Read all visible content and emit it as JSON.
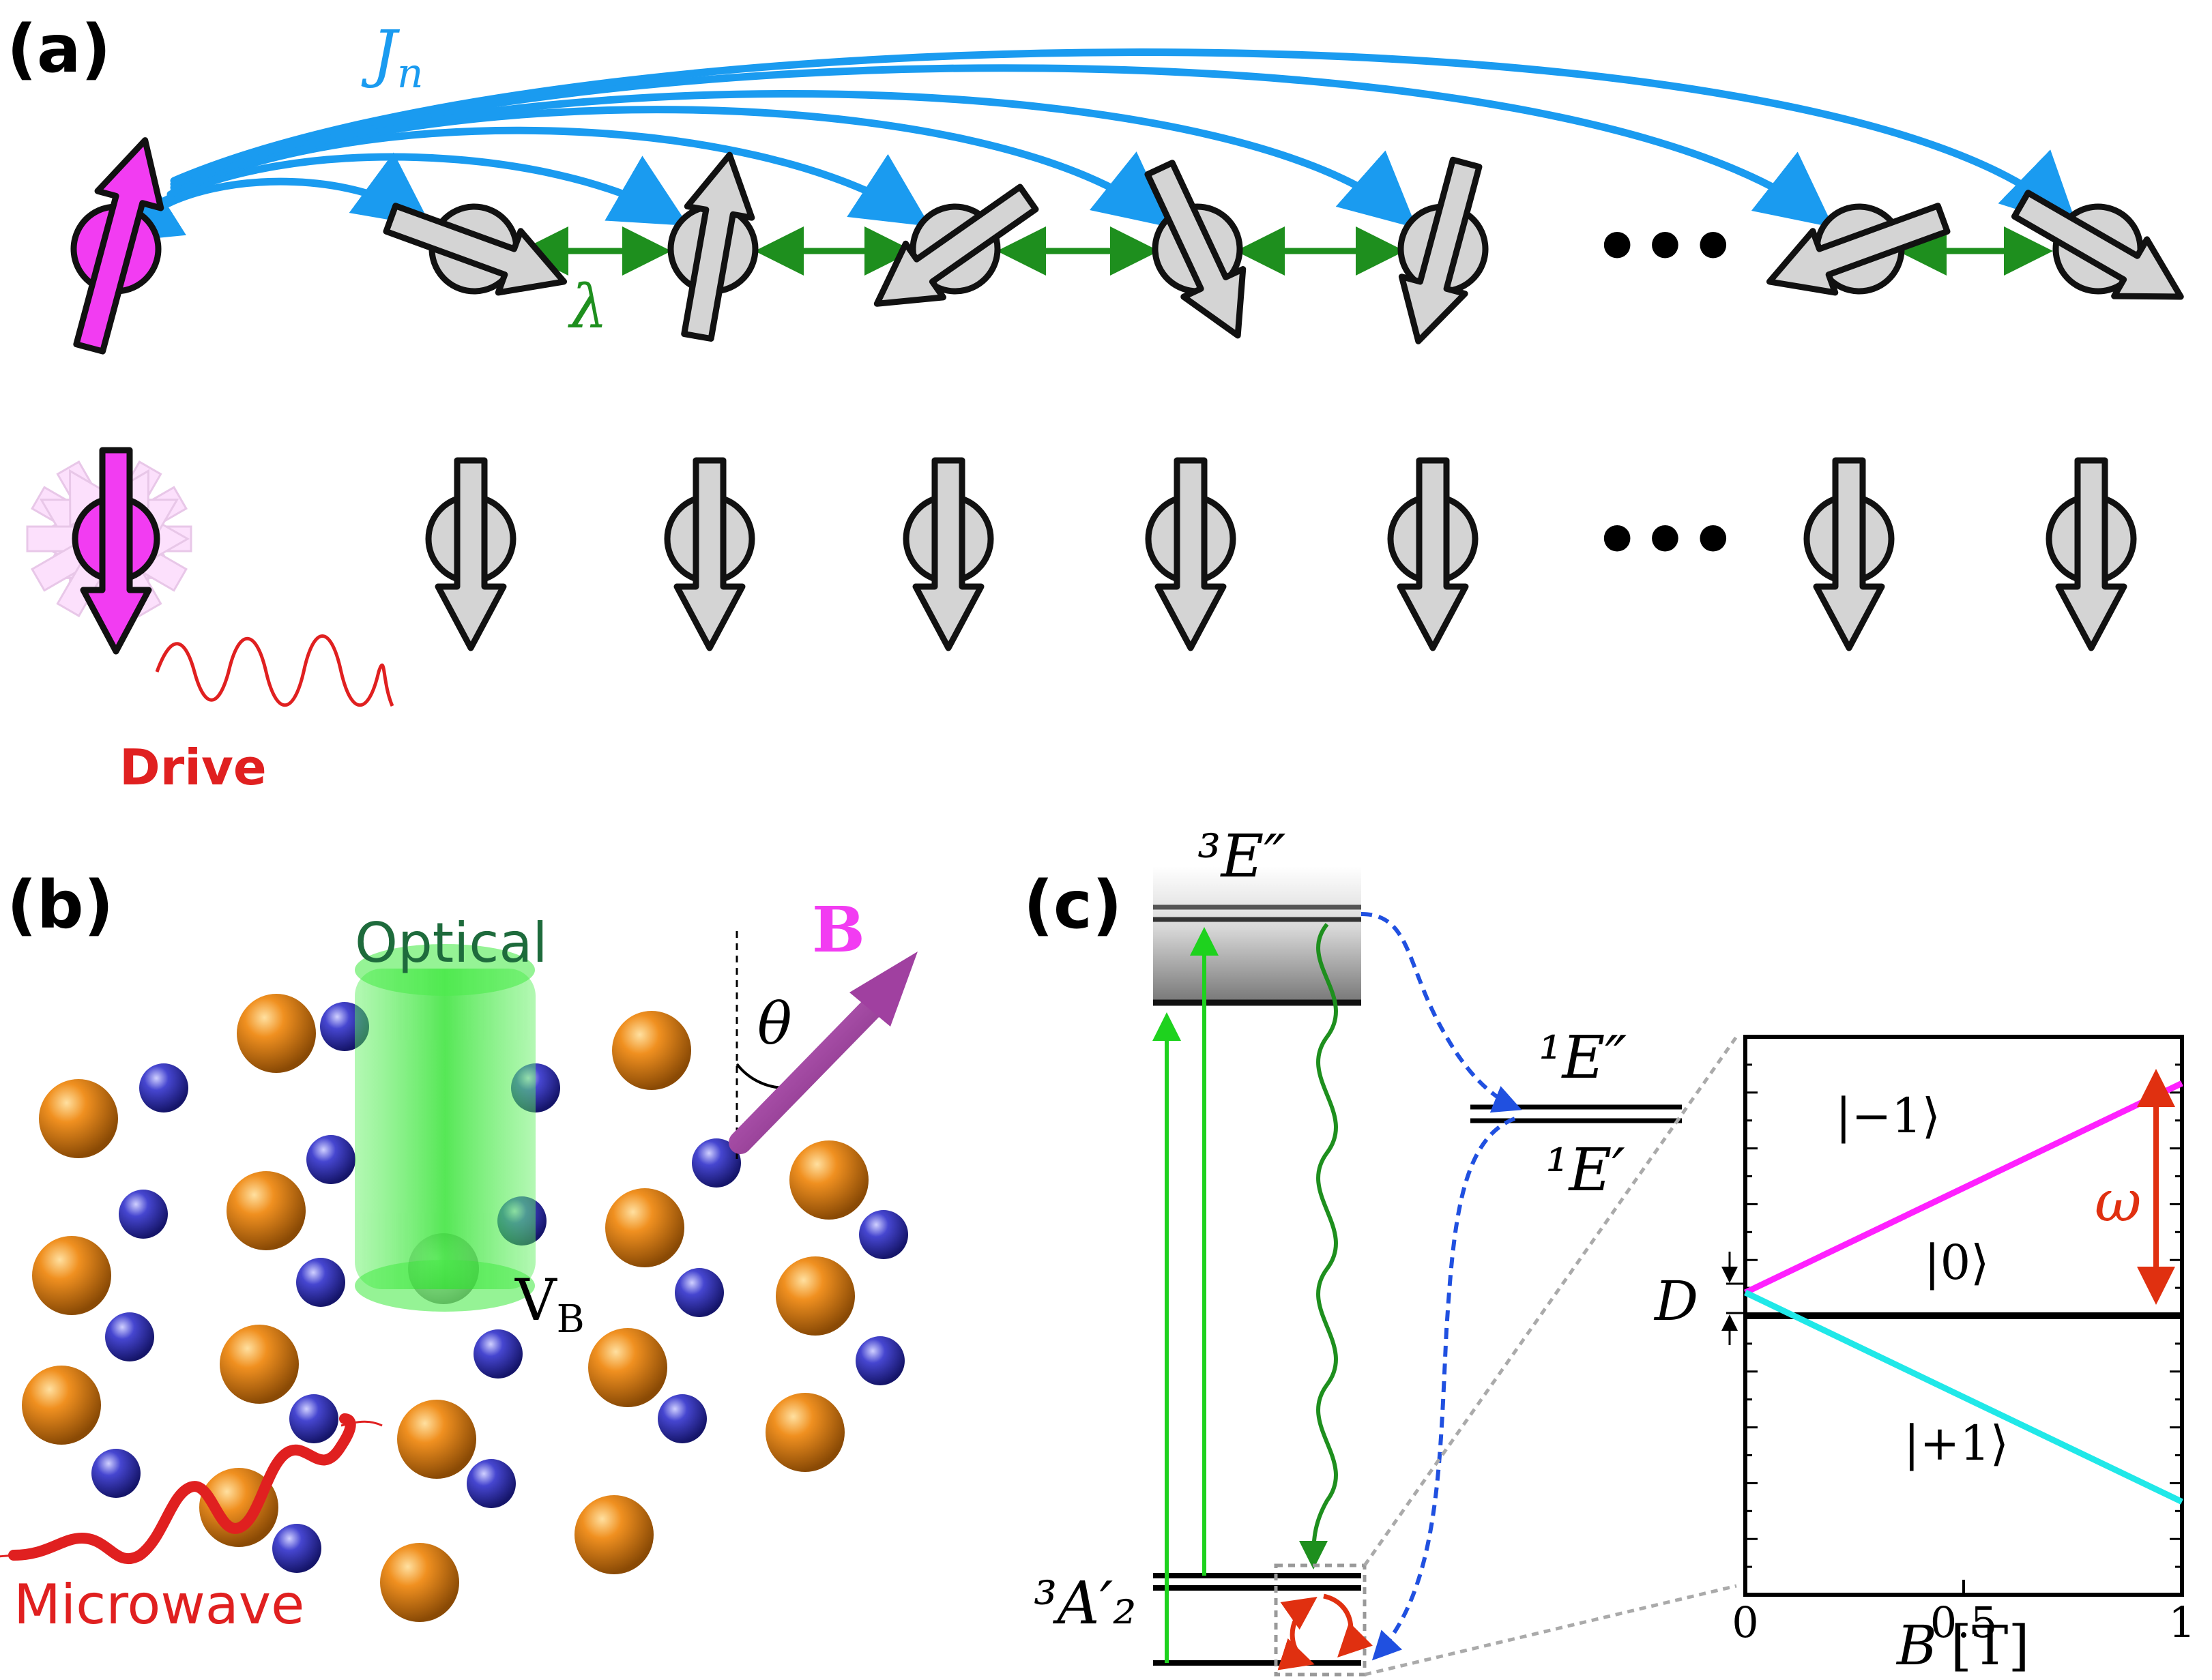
{
  "panels": {
    "a": {
      "label": "(a)",
      "coupling_long": "J",
      "coupling_long_sub": "n",
      "coupling_nn": "λ",
      "ellipsis": "•••",
      "drive": "Drive"
    },
    "b": {
      "label": "(b)",
      "optical": "Optical",
      "field": "B",
      "angle": "θ",
      "defect": "V",
      "defect_sub": "B",
      "microwave": "Microwave"
    },
    "c": {
      "label": "(c)",
      "excited_triplet": "³E″",
      "singlet_upper": "¹E″",
      "singlet_lower": "¹E′",
      "ground_triplet": "³A′₂",
      "plot": {
        "state_minus": "|−1⟩",
        "state_zero": "|0⟩",
        "state_plus": "|+1⟩",
        "omega": "ω",
        "D": "D",
        "xlabel_var": "B",
        "xlabel_unit": "[T]",
        "xticks": [
          "0",
          "0.5",
          "1"
        ]
      }
    }
  },
  "colors": {
    "long_range": "#1a9bf0",
    "nearest": "#1e8f1e",
    "central_spin": "#f23cf2",
    "bath_spin": "#d4d4d4",
    "drive": "#e02020",
    "optical": "#1ed21e",
    "field_arrow": "#a040a0",
    "boron_atom": "#4040c0",
    "nitrogen_atom": "#e08020",
    "m_minus": "#ff20ff",
    "m_zero": "#000000",
    "m_plus": "#20e8e8",
    "omega": "#e03010",
    "isc": "#2050e0"
  },
  "icons": [
    "spin-arrow-icon",
    "curved-coupling-arrow-icon",
    "wavy-drive-icon",
    "atom-sphere-icon"
  ],
  "chart_data": {
    "type": "line",
    "title": "",
    "xlabel": "B [T]",
    "ylabel": "",
    "xlim": [
      0,
      1
    ],
    "ylim": [
      -1.2,
      1.2
    ],
    "x_ticks": [
      0,
      0.5,
      1
    ],
    "series": [
      {
        "name": "|−1⟩",
        "x": [
          0,
          1
        ],
        "y": [
          0.1,
          1.0
        ]
      },
      {
        "name": "|0⟩",
        "x": [
          0,
          1
        ],
        "y": [
          0,
          0
        ]
      },
      {
        "name": "|+1⟩",
        "x": [
          0,
          1
        ],
        "y": [
          0.1,
          -0.8
        ]
      }
    ]
  }
}
